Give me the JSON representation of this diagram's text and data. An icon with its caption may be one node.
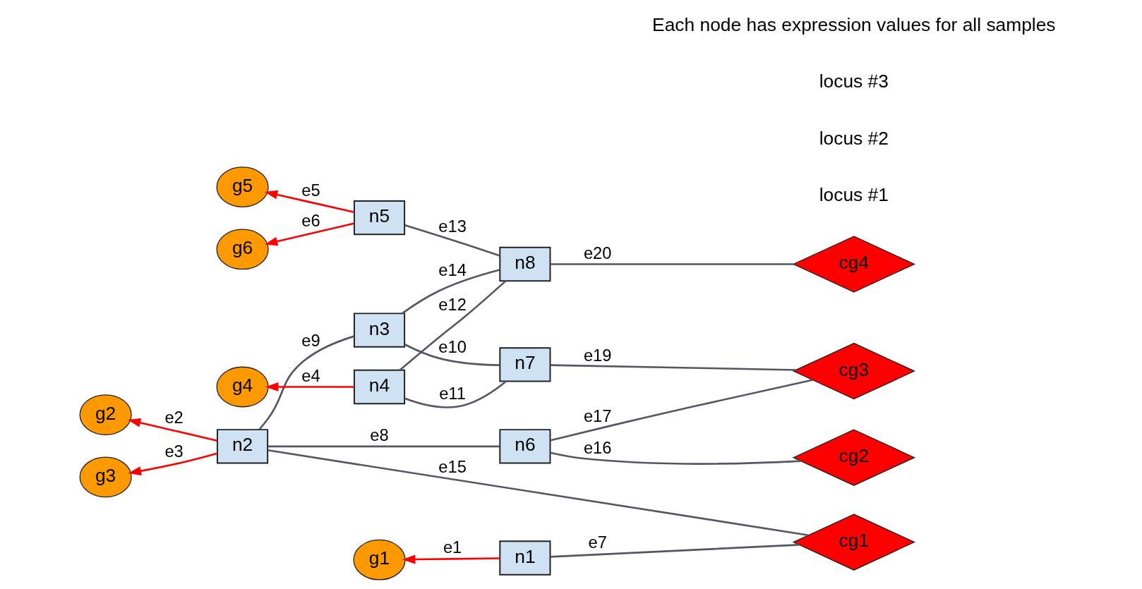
{
  "diagram": {
    "nodes": [
      {
        "text": [
          "g1"
        ]
      },
      {
        "text": [
          "g2"
        ]
      },
      {
        "text": [
          "g3"
        ]
      },
      {
        "text": [
          "g4"
        ]
      },
      {
        "text": [
          "g5"
        ]
      },
      {
        "text": [
          "g6"
        ]
      },
      {
        "text": [
          "n1"
        ]
      },
      {
        "text": [
          "n2"
        ]
      },
      {
        "text": [
          "n3"
        ]
      },
      {
        "text": [
          "n4"
        ]
      },
      {
        "text": [
          "n5"
        ]
      },
      {
        "text": [
          "n6"
        ]
      },
      {
        "text": [
          "n7"
        ]
      },
      {
        "text": [
          "n8"
        ]
      },
      {
        "text": [
          "cg1"
        ]
      },
      {
        "text": [
          "cg2"
        ]
      },
      {
        "text": [
          "cg3"
        ]
      },
      {
        "text": [
          "cg4"
        ]
      }
    ],
    "edges": [
      {
        "from": 6,
        "to": 0,
        "arrow": "to",
        "label": "e1",
        "color": "#ff0000"
      },
      {
        "from": 7,
        "to": 1,
        "arrow": "to",
        "label": "e2",
        "color": "#ff0000"
      },
      {
        "from": 7,
        "to": 2,
        "arrow": "to",
        "label": "e3",
        "color": "#ff0000"
      },
      {
        "from": 9,
        "to": 3,
        "arrow": "to",
        "label": "e4",
        "color": "#ff0000"
      },
      {
        "from": 10,
        "to": 4,
        "arrow": "to",
        "label": "e5",
        "color": "#ff0000"
      },
      {
        "from": 10,
        "to": 5,
        "arrow": "to",
        "label": "e6",
        "color": "#ff0000"
      },
      {
        "from": 14,
        "to": 6,
        "arrow": "none",
        "label": "e7"
      },
      {
        "from": 11,
        "to": 7,
        "arrow": "none",
        "label": "e8"
      },
      {
        "from": 8,
        "to": 7,
        "arrow": "none",
        "label": "e9"
      },
      {
        "from": 12,
        "to": 8,
        "arrow": "none",
        "label": "e10"
      },
      {
        "from": 12,
        "to": 9,
        "arrow": "none",
        "label": "e11"
      },
      {
        "from": 13,
        "to": 9,
        "arrow": "none",
        "label": "e12"
      },
      {
        "from": 13,
        "to": 10,
        "arrow": "none",
        "label": "e13"
      },
      {
        "from": 13,
        "to": 8,
        "arrow": "none",
        "label": "e14"
      },
      {
        "from": 14,
        "to": 7,
        "arrow": "none",
        "label": "e15"
      },
      {
        "from": 15,
        "to": 11,
        "arrow": "none",
        "label": "e16"
      },
      {
        "from": 16,
        "to": 11,
        "arrow": "none",
        "label": "e17"
      },
      {
        "from": 16,
        "to": 12,
        "arrow": "none",
        "label": "e19"
      },
      {
        "from": 17,
        "to": 13,
        "arrow": "none",
        "label": "e20"
      }
    ],
    "labels": [
      "locus #1",
      "locus #2",
      "locus #3",
      "Each node has expression values for all samples"
    ]
  }
}
